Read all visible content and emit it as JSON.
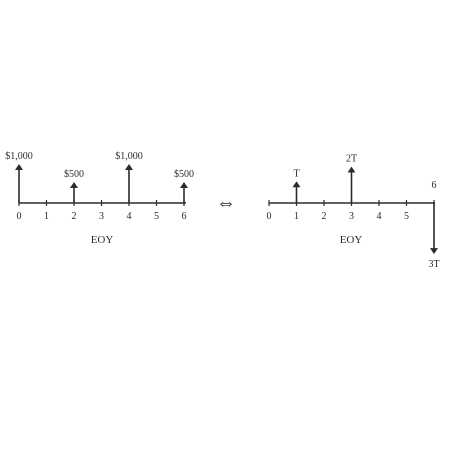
{
  "left_diagram": {
    "ticks": [
      "0",
      "1",
      "2",
      "3",
      "4",
      "5",
      "6"
    ],
    "axis_label": "EOY",
    "flows": [
      {
        "period": 0,
        "label": "$1,000",
        "amount": 1000,
        "direction": "up"
      },
      {
        "period": 2,
        "label": "$500",
        "amount": 500,
        "direction": "up"
      },
      {
        "period": 4,
        "label": "$1,000",
        "amount": 1000,
        "direction": "up"
      },
      {
        "period": 6,
        "label": "$500",
        "amount": 500,
        "direction": "up"
      }
    ]
  },
  "equivalence_symbol": "⇔",
  "right_diagram": {
    "ticks": [
      "0",
      "1",
      "2",
      "3",
      "4",
      "5",
      "6"
    ],
    "axis_label": "EOY",
    "flows": [
      {
        "period": 1,
        "label": "T",
        "amount": 1,
        "direction": "up"
      },
      {
        "period": 3,
        "label": "2T",
        "amount": 2,
        "direction": "up"
      },
      {
        "period": 6,
        "label": "3T",
        "amount": 3,
        "direction": "down"
      }
    ]
  },
  "colors": {
    "ink": "#2b2b2b",
    "background": "#ffffff"
  }
}
